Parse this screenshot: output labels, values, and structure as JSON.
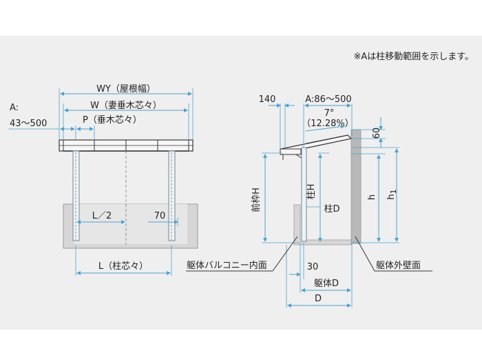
{
  "note": "※Aは柱移動範囲を示します。",
  "colors": {
    "dim": "#4aa3d1",
    "line": "#333333",
    "panel": "#efefef",
    "wall": "#b8b8b8",
    "balcony": "#d6d6d6",
    "post": "#8aa0a8"
  },
  "front_view": {
    "wy": "WY（屋根幅）",
    "w": "W（妻垂木芯々）",
    "a_label": "A:",
    "a_range": "43～500",
    "p": "P（垂木芯々）",
    "l_half": "L／2",
    "seventy": "70",
    "l": "L（柱芯々）"
  },
  "side_view": {
    "d140": "140",
    "a_range": "A:86～500",
    "angle": "7°",
    "angle_pct": "（12.28%）",
    "d60": "60",
    "front_h": "前枠H",
    "post_h": "柱H",
    "h": "h",
    "h1": "h",
    "h1_sub": "1",
    "post_d": "柱D",
    "d30": "30",
    "body_d": "躯体D",
    "d": "D",
    "balcony_inner": "躯体バルコニー内面",
    "wall_outer": "躯体外壁面"
  }
}
